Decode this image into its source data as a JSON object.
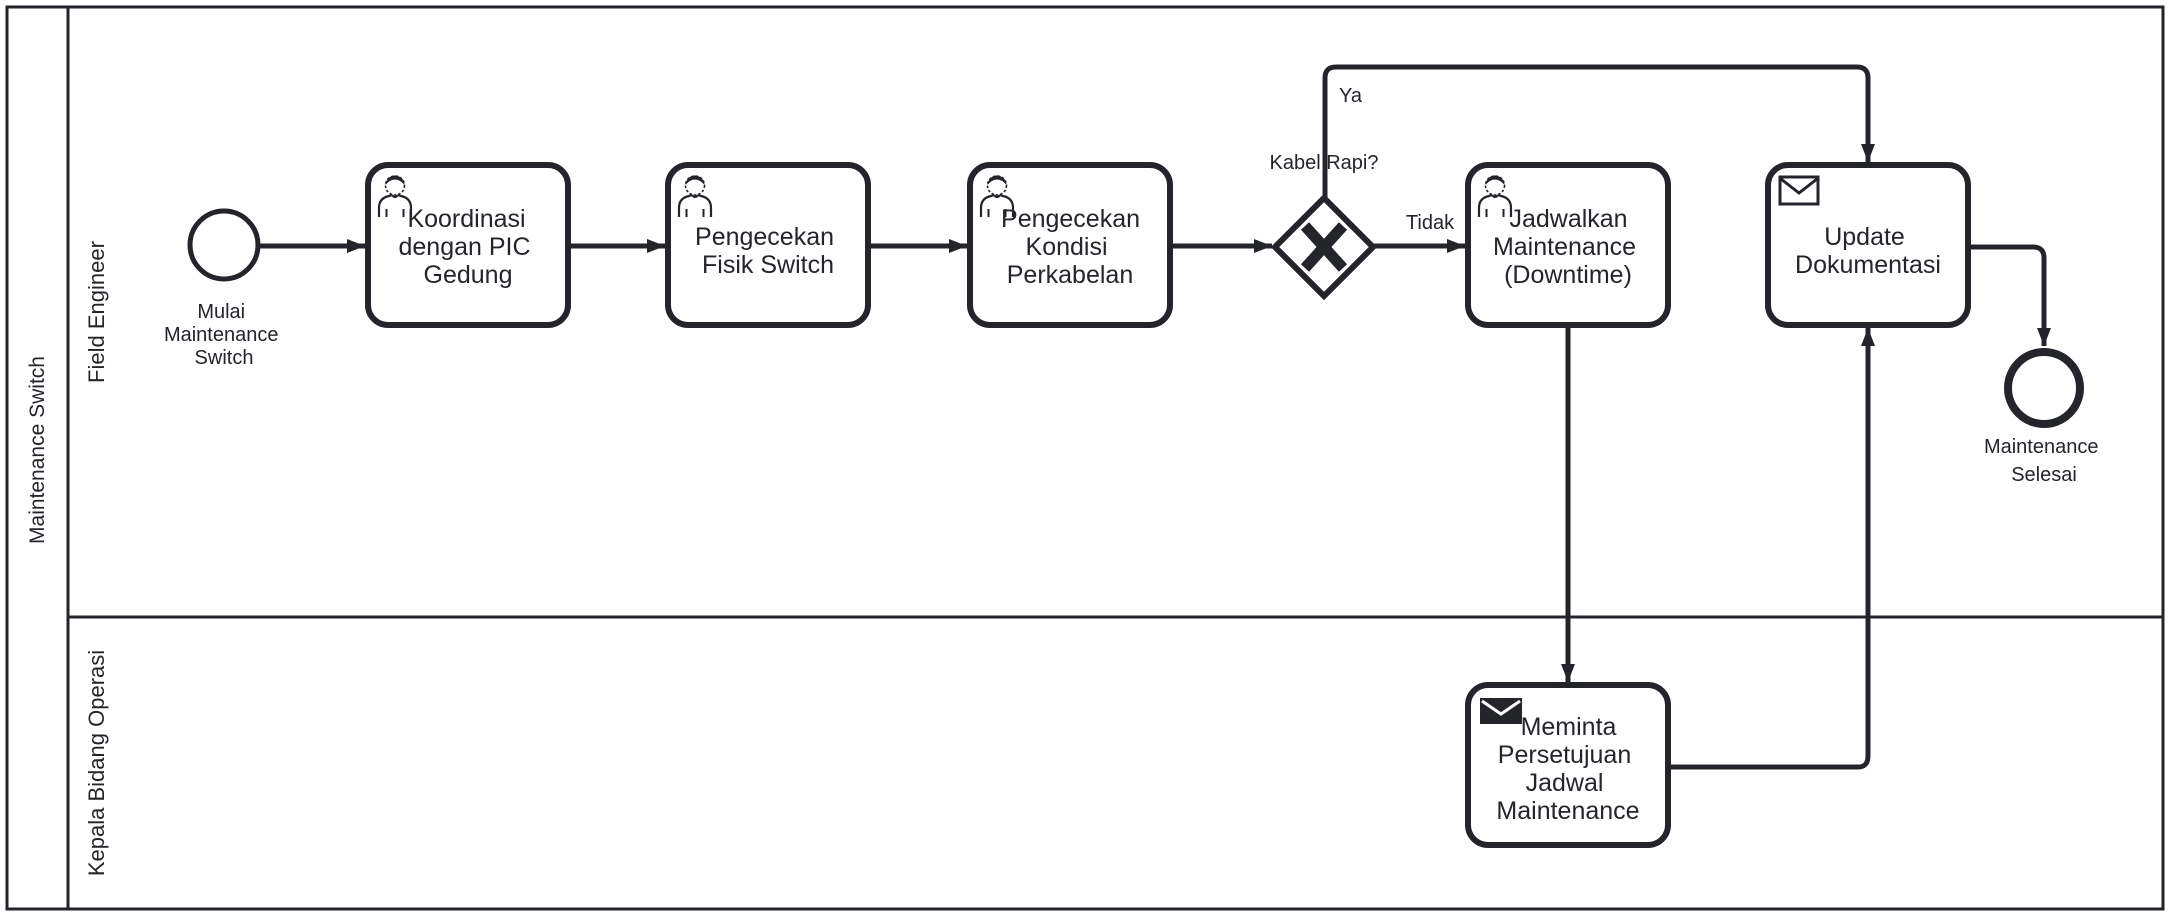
{
  "colors": {
    "stroke": "#23252b",
    "fill": "#ffffff",
    "background": "#ffffff"
  },
  "pool": {
    "label": "Maintenance Switch"
  },
  "lanes": [
    {
      "label": "Field Engineer"
    },
    {
      "label": "Kepala Bidang Operasi"
    }
  ],
  "events": {
    "start": {
      "type": "start-event",
      "lines": [
        "Mulai",
        "Maintenance",
        "Switch"
      ]
    },
    "end": {
      "type": "end-event",
      "lines": [
        "Maintenance",
        "Selesai"
      ]
    }
  },
  "tasks": [
    {
      "name": "koordinasi-dengan-pic-gedung",
      "icon": "user-icon",
      "lines": [
        "Koordinasi",
        "dengan PIC",
        "Gedung"
      ]
    },
    {
      "name": "pengecekan-fisik-switch",
      "icon": "user-icon",
      "lines": [
        "Pengecekan",
        "Fisik Switch"
      ]
    },
    {
      "name": "pengecekan-kondisi-perkabelan",
      "icon": "user-icon",
      "lines": [
        "Pengecekan",
        "Kondisi",
        "Perkabelan"
      ]
    },
    {
      "name": "jadwalkan-maintenance-downtime",
      "icon": "user-icon",
      "lines": [
        "Jadwalkan",
        "Maintenance",
        "(Downtime)"
      ]
    },
    {
      "name": "update-dokumentasi",
      "icon": "message-outline-icon",
      "lines": [
        "Update",
        "Dokumentasi"
      ]
    },
    {
      "name": "meminta-persetujuan-jadwal-maintenance",
      "icon": "message-filled-icon",
      "lines": [
        "Meminta",
        "Persetujuan",
        "Jadwal",
        "Maintenance"
      ]
    }
  ],
  "gateway": {
    "type": "exclusive-xor",
    "question": "Kabel Rapi?",
    "branch_yes": "Ya",
    "branch_no": "Tidak"
  }
}
